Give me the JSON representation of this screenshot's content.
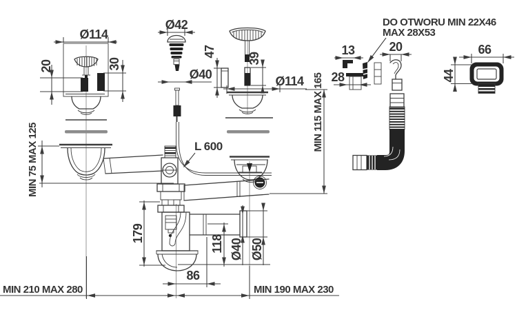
{
  "note": {
    "line1": "DO OTWORU MIN 22X46",
    "line2": "MAX 28X53"
  },
  "labels": {
    "dia114_left": "Ø114",
    "dim20": "20",
    "dim30": "30",
    "dia42": "Ø42",
    "dia40_plug": "Ø40",
    "dim47": "47",
    "dim39": "39",
    "dia114_right": "Ø114",
    "min75_max125": "MIN 75 MAX 125",
    "min115_max165": "MIN 115 MAX 165",
    "cable_length": "L 600",
    "dim179": "179",
    "dim118": "118",
    "dia40_outlet": "Ø40",
    "dia50_outlet": "Ø50",
    "dim86": "86",
    "min210_max280": "MIN 210 MAX 280",
    "min190_max230": "MIN 190 MAX 230",
    "dim13": "13",
    "dim28": "28",
    "dim20_hook": "20",
    "dim66": "66",
    "dim44": "44"
  },
  "colors": {
    "line": "#3c3c3c",
    "dark_fill": "#232323",
    "gasket_gray": "#8c8c8c",
    "background": "#ffffff",
    "text": "#353535"
  }
}
